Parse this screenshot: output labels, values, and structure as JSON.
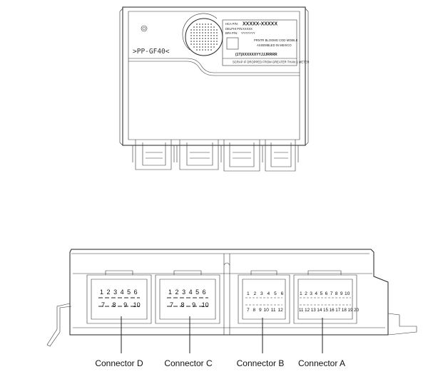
{
  "module_label": {
    "model_marking": ">PP-GF40<",
    "hca_pn_prefix": "HCA P/N:",
    "hca_pn_value": "XXXXX-XXXXX",
    "oem_pn_prefix": "DELPHI P/N:",
    "oem_pn_value": "XXXXX",
    "bpa_pn_prefix": "BPA P/N:",
    "bpa_pn_value": "YYYYYYY",
    "origin_line1": "PRNTR BLOOMG COD MOBILE",
    "origin_line2": "ASSEMBLED IN MEXICO",
    "barcode_text": "(1T)XXXXXXYYJJJRRRR",
    "warning_text": "SCRAP IF DROPPED FROM GREATER THAN 1 METER"
  },
  "connectors": [
    {
      "name": "Connector D",
      "top_pins": [
        "1",
        "2",
        "3",
        "4",
        "5",
        "6"
      ],
      "bottom_pins": [
        "7",
        "8",
        "9",
        "10"
      ]
    },
    {
      "name": "Connector C",
      "top_pins": [
        "1",
        "2",
        "3",
        "4",
        "5",
        "6"
      ],
      "bottom_pins": [
        "7",
        "8",
        "9",
        "10"
      ]
    },
    {
      "name": "Connector B",
      "top_pins": [
        "1",
        "2",
        "3",
        "4",
        "5",
        "6"
      ],
      "bottom_pins": [
        "7",
        "8",
        "9",
        "10",
        "11",
        "12"
      ]
    },
    {
      "name": "Connector A",
      "top_pins": [
        "1",
        "2",
        "3",
        "4",
        "5",
        "6",
        "7",
        "8",
        "9",
        "10"
      ],
      "bottom_pins": [
        "11",
        "12",
        "13",
        "14",
        "15",
        "16",
        "17",
        "18",
        "19",
        "20"
      ]
    }
  ]
}
